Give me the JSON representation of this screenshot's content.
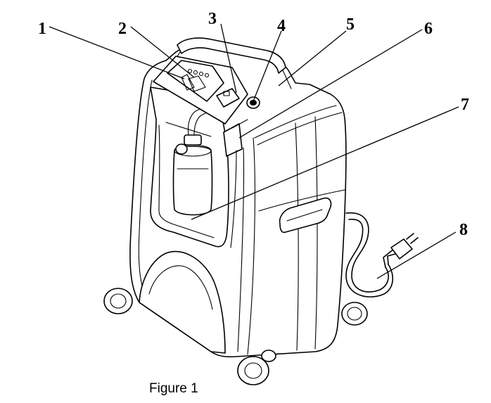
{
  "callouts": [
    {
      "id": 1,
      "label": "1"
    },
    {
      "id": 2,
      "label": "2"
    },
    {
      "id": 3,
      "label": "3"
    },
    {
      "id": 4,
      "label": "4"
    },
    {
      "id": 5,
      "label": "5"
    },
    {
      "id": 6,
      "label": "6"
    },
    {
      "id": 7,
      "label": "7"
    },
    {
      "id": 8,
      "label": "8"
    }
  ],
  "caption": "Figure 1",
  "colors": {
    "line": "#000000",
    "background": "#ffffff"
  }
}
